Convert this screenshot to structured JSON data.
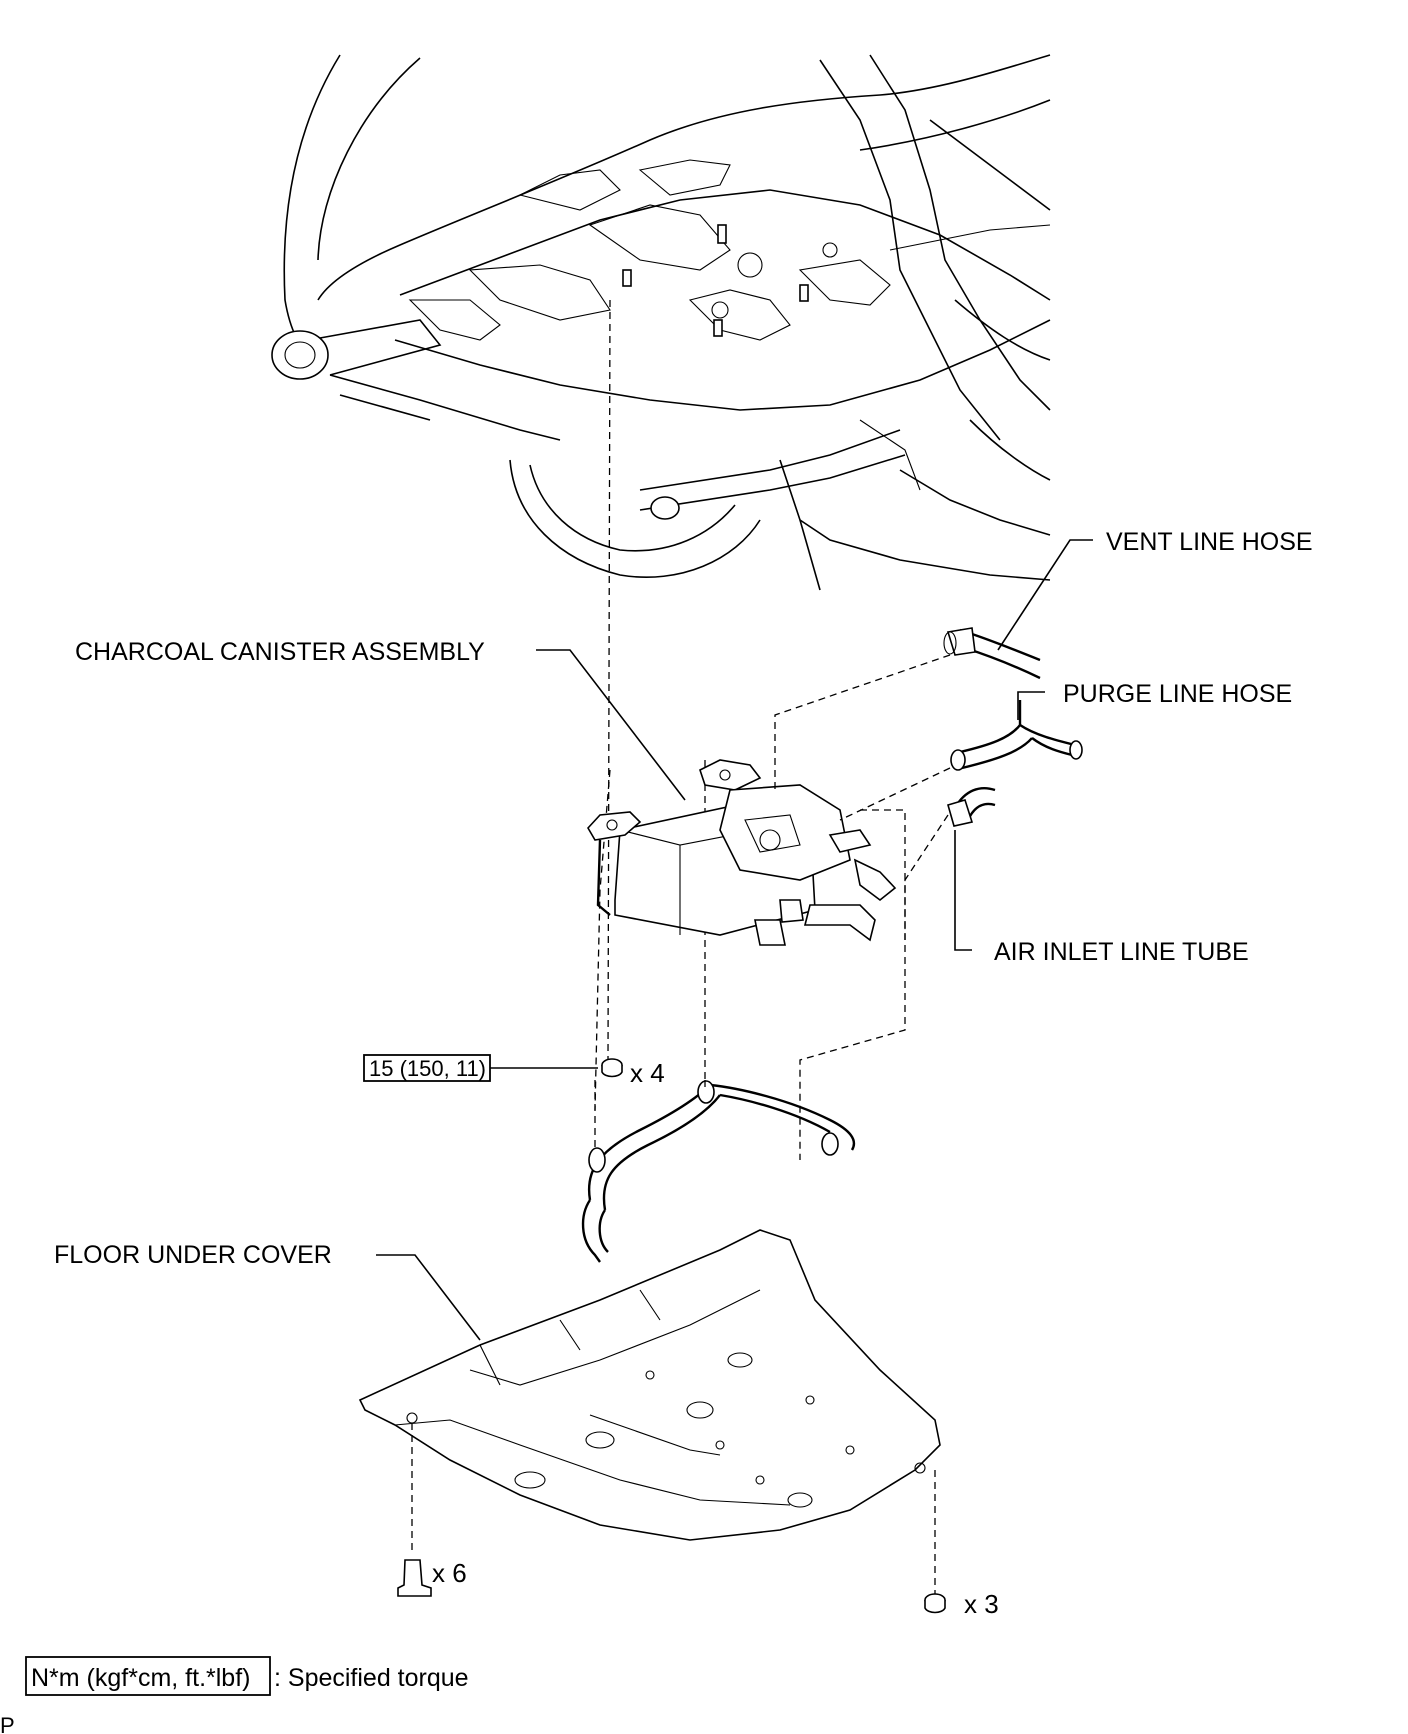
{
  "labels": {
    "vent_line_hose": "VENT LINE HOSE",
    "purge_line_hose": "PURGE LINE HOSE",
    "charcoal_canister_assembly": "CHARCOAL CANISTER ASSEMBLY",
    "air_inlet_line_tube": "AIR INLET LINE TUBE",
    "floor_under_cover": "FLOOR UNDER COVER"
  },
  "torque": {
    "value": "15 (150, 11)"
  },
  "quantities": {
    "canister_nuts": "x 4",
    "cover_clips": "x 6",
    "cover_nuts": "x 3"
  },
  "legend": {
    "unit_box": "N*m (kgf*cm, ft.*lbf)",
    "description": ": Specified torque"
  },
  "corner_mark": "P"
}
